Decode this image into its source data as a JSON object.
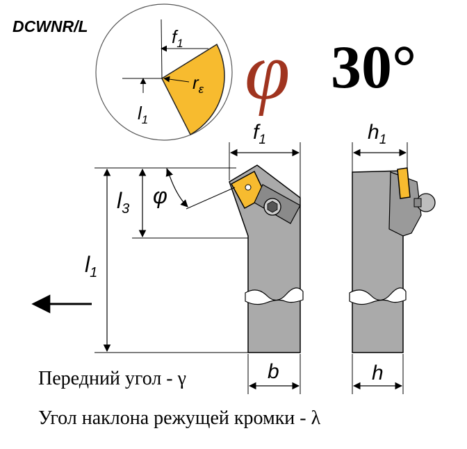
{
  "code": "DCWNR/L",
  "approach_symbol": "φ",
  "approach_value": "30°",
  "detail_labels": {
    "f1_main": "f",
    "f1_sub": "1",
    "r_main": "r",
    "r_sub": "ε",
    "l1_main": "l",
    "l1_sub": "1"
  },
  "dimensions": {
    "f1_main": "f",
    "f1_sub": "1",
    "h1_main": "h",
    "h1_sub": "1",
    "l1_main": "l",
    "l1_sub": "1",
    "l3_main": "l",
    "l3_sub": "3",
    "phi": "φ",
    "b": "b",
    "h": "h"
  },
  "captions": {
    "rake_angle": "Передний угол - γ",
    "inclination_angle": "Угол наклона режущей кромки - λ"
  },
  "colors": {
    "insert": "#F7BB2F",
    "holder": "#AAAAAA",
    "phi_symbol": "#A0341F"
  }
}
